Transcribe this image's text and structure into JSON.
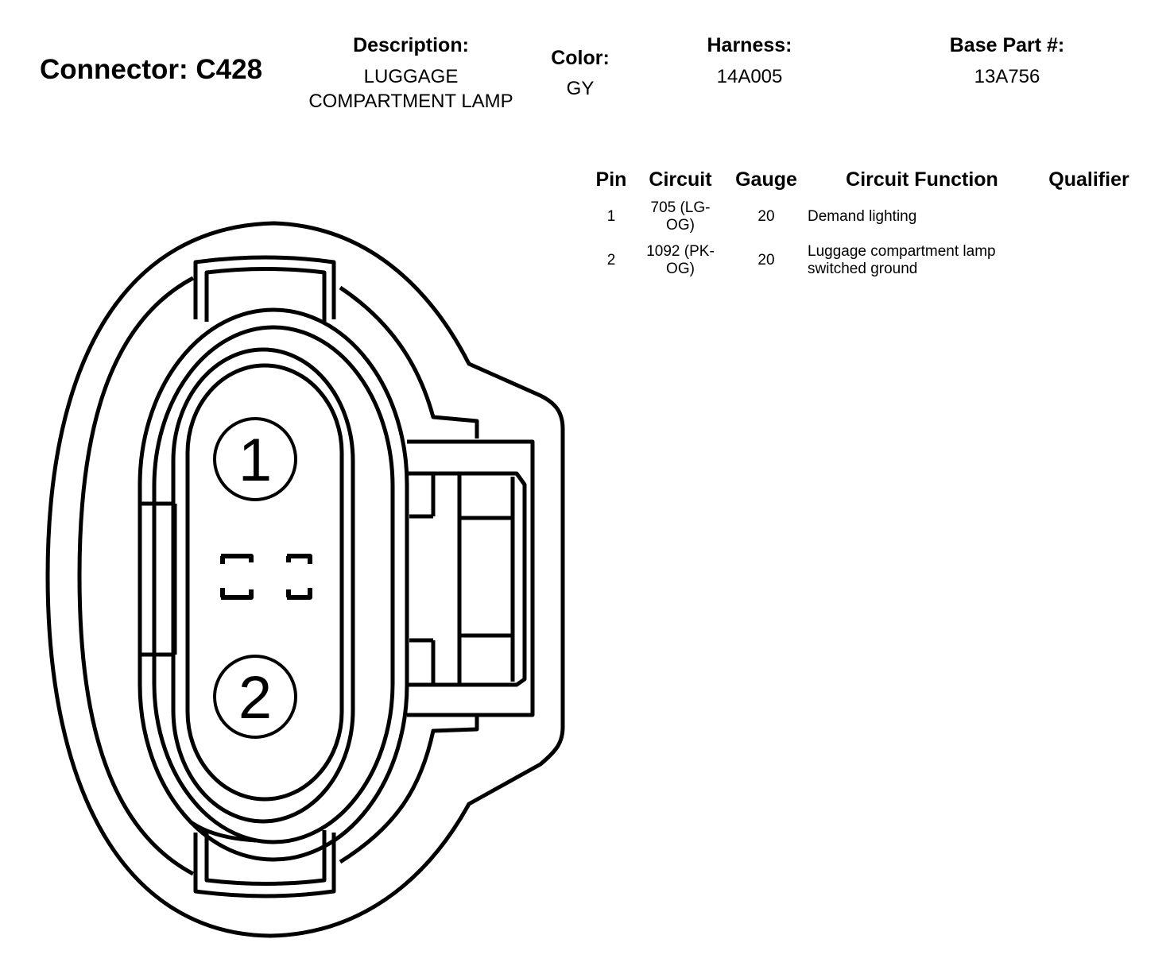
{
  "header": {
    "connector_label": "Connector: C428",
    "description_label": "Description:",
    "description_line1": "LUGGAGE",
    "description_line2": "COMPARTMENT LAMP",
    "color_label": "Color:",
    "color_value": "GY",
    "harness_label": "Harness:",
    "harness_value": "14A005",
    "base_part_label": "Base Part #:",
    "base_part_value": "13A756"
  },
  "table": {
    "headers": {
      "pin": "Pin",
      "circuit": "Circuit",
      "gauge": "Gauge",
      "function": "Circuit Function",
      "qualifier": "Qualifier"
    },
    "rows": [
      {
        "pin": "1",
        "circuit_line1": "705 (LG-",
        "circuit_line2": "OG)",
        "gauge": "20",
        "function_line1": "Demand lighting",
        "function_line2": "",
        "qualifier": ""
      },
      {
        "pin": "2",
        "circuit_line1": "1092 (PK-",
        "circuit_line2": "OG)",
        "gauge": "20",
        "function_line1": "Luggage compartment lamp",
        "function_line2": "switched ground",
        "qualifier": ""
      }
    ]
  },
  "diagram": {
    "pin_labels": [
      "1",
      "2"
    ]
  }
}
